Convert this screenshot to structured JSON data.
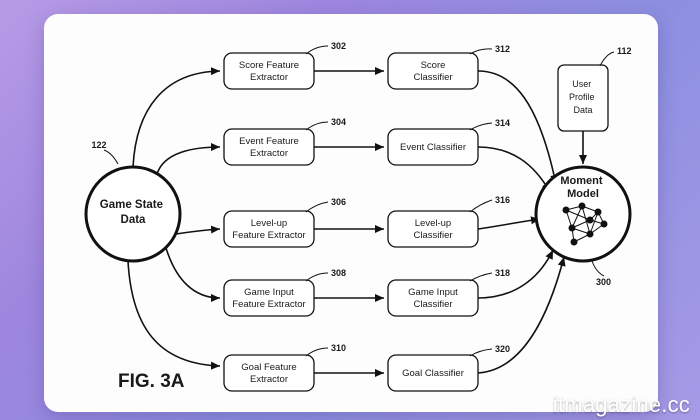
{
  "figure_label": "FIG. 3A",
  "source": {
    "label": "Game State\nData",
    "ref": "122"
  },
  "user_profile": {
    "label": "User\nProfile\nData",
    "ref": "112"
  },
  "moment_model": {
    "label": "Moment\nModel",
    "ref": "300"
  },
  "extractors": [
    {
      "label": "Score Feature\nExtractor",
      "ref": "302"
    },
    {
      "label": "Event Feature\nExtractor",
      "ref": "304"
    },
    {
      "label": "Level-up\nFeature Extractor",
      "ref": "306"
    },
    {
      "label": "Game Input\nFeature Extractor",
      "ref": "308"
    },
    {
      "label": "Goal Feature\nExtractor",
      "ref": "310"
    }
  ],
  "classifiers": [
    {
      "label": "Score\nClassifier",
      "ref": "312"
    },
    {
      "label": "Event Classifier",
      "ref": "314"
    },
    {
      "label": "Level-up\nClassifier",
      "ref": "316"
    },
    {
      "label": "Game Input\nClassifier",
      "ref": "318"
    },
    {
      "label": "Goal Classifier",
      "ref": "320"
    }
  ],
  "watermark": "itmagazine.cc"
}
